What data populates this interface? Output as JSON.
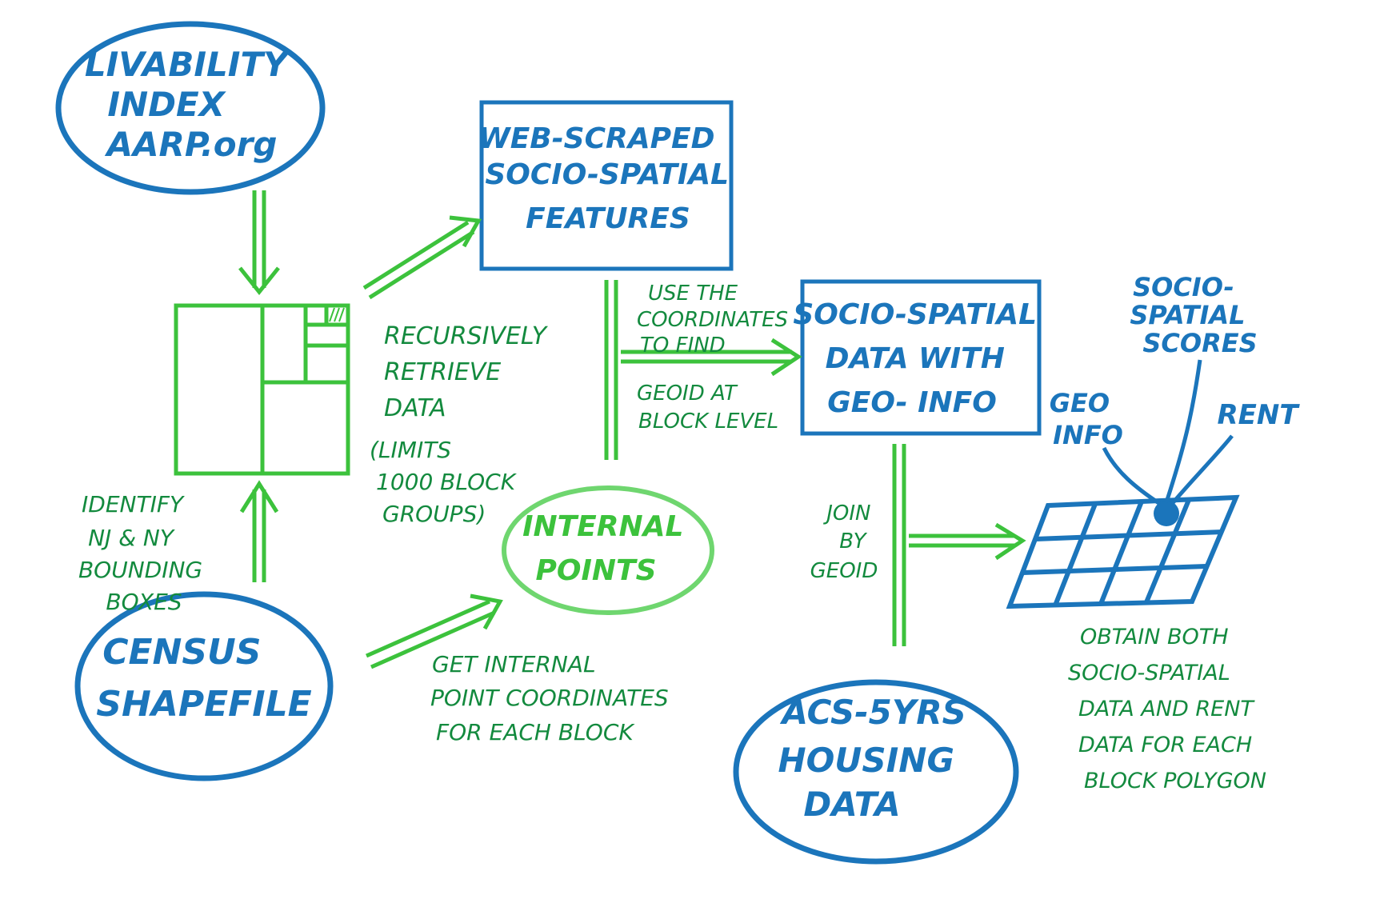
{
  "colors": {
    "blue": "#1b75bb",
    "green": "#3cc23c",
    "dark_green": "#138a3e",
    "light_green": "#6fd66f"
  },
  "nodes": {
    "livability": [
      "LIVABILITY",
      "INDEX",
      "AARP.org"
    ],
    "census": [
      "CENSUS",
      "SHAPEFILE"
    ],
    "web_scraped": [
      "WEB-SCRAPED",
      "SOCIO-SPATIAL",
      "FEATURES"
    ],
    "internal_points": [
      "INTERNAL",
      "POINTS"
    ],
    "socio_spatial_geo": [
      "SOCIO-SPATIAL",
      "DATA WITH",
      "GEO- INFO"
    ],
    "acs": [
      "ACS-5YRS",
      "HOUSING",
      "DATA"
    ]
  },
  "notes": {
    "identify": [
      "IDENTIFY",
      "NJ & NY",
      "BOUNDING",
      "BOXES"
    ],
    "recursively": [
      "RECURSIVELY",
      "RETRIEVE",
      "DATA"
    ],
    "limits": [
      "(LIMITS",
      "1000 BLOCK",
      "GROUPS)"
    ],
    "use_coords": [
      "USE THE",
      "COORDINATES",
      "TO FIND"
    ],
    "geoid_block": [
      "GEOID AT",
      "BLOCK LEVEL"
    ],
    "get_internal": [
      "GET INTERNAL",
      "POINT COORDINATES",
      "FOR EACH BLOCK"
    ],
    "join": [
      "JOIN",
      "BY",
      "GEOID"
    ],
    "obtain": [
      "OBTAIN BOTH",
      "SOCIO-SPATIAL",
      "DATA AND RENT",
      "DATA FOR EACH",
      "BLOCK POLYGON"
    ]
  },
  "grid_labels": {
    "socio_scores": [
      "SOCIO-",
      "SPATIAL",
      "SCORES"
    ],
    "geo_info": [
      "GEO",
      "INFO"
    ],
    "rent": [
      "RENT"
    ]
  }
}
